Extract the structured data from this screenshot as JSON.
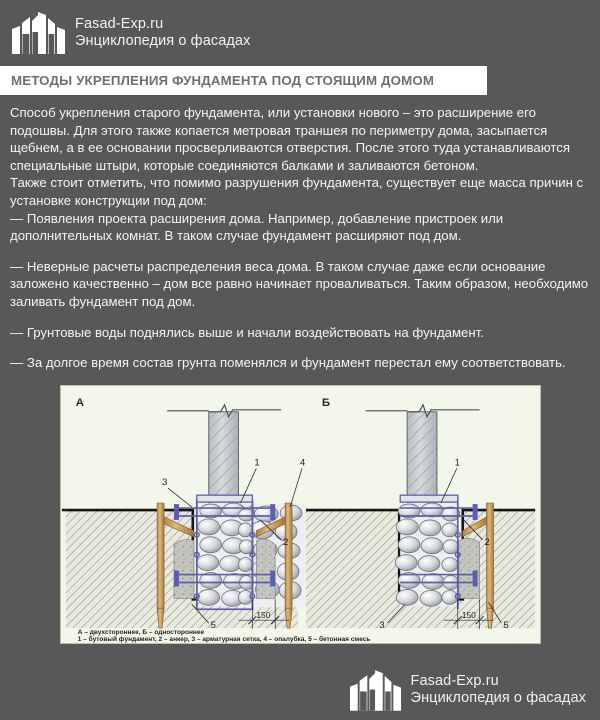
{
  "site": {
    "name": "Fasad-Exp.ru",
    "tagline": "Энциклопедия о фасадах",
    "logo_icon": "buildings-skyline-icon"
  },
  "header": {
    "title": "МЕТОДЫ УКРЕПЛЕНИЯ ФУНДАМЕНТА ПОД СТОЯЩИМ ДОМОМ"
  },
  "article": {
    "paragraphs": [
      "Способ укрепления старого фундамента, или установки нового – это расширение его подошвы. Для этого также копается метровая траншея по периметру дома, засыпается щебнем, а в ее основании просверливаются отверстия. После этого туда устанавливаются специальные штыри, которые соединяются балками и заливаются бетоном.",
      "Также стоит отметить, что помимо разрушения фундамента, существует еще масса причин с установке конструкции под дом:",
      "— Появления проекта расширения дома. Например, добавление пристроек или дополнительных комнат. В таком случае фундамент расширяют под дом.",
      "— Неверные расчеты распределения веса дома. В таком случае даже если основание заложено качественно – дом все равно начинает проваливаться. Таким образом, необходимо заливать фундамент под дом.",
      "— Грунтовые воды поднялись выше и начали воздействовать на фундамент.",
      "— За долгое время состав грунта поменялся и фундамент перестал ему соответствовать."
    ]
  },
  "figure": {
    "panel_a_label": "А",
    "panel_b_label": "Б",
    "callouts_a": [
      "1",
      "2",
      "3",
      "4",
      "5"
    ],
    "callouts_b": [
      "1",
      "2",
      "3",
      "5"
    ],
    "dimension_a": "150",
    "dimension_b": "150",
    "caption_line1": "А – двухстороннее, Б – одностороннее",
    "caption_line2": "1 – бутовый фундамент, 2 – анкер, 3 – арматурная сетка, 4 – опалубка, 5 – бетонная смесь"
  },
  "colors": {
    "page_background": "#585858",
    "title_band": "#ffffff",
    "title_text": "#6f6f6f",
    "body_text": "#f4f4f4",
    "figure_background": "#f2f7ea",
    "rebar_blue": "#5b5fae",
    "formwork_wood": "#c79a5b",
    "wall_fill": "#c9ccd1"
  }
}
